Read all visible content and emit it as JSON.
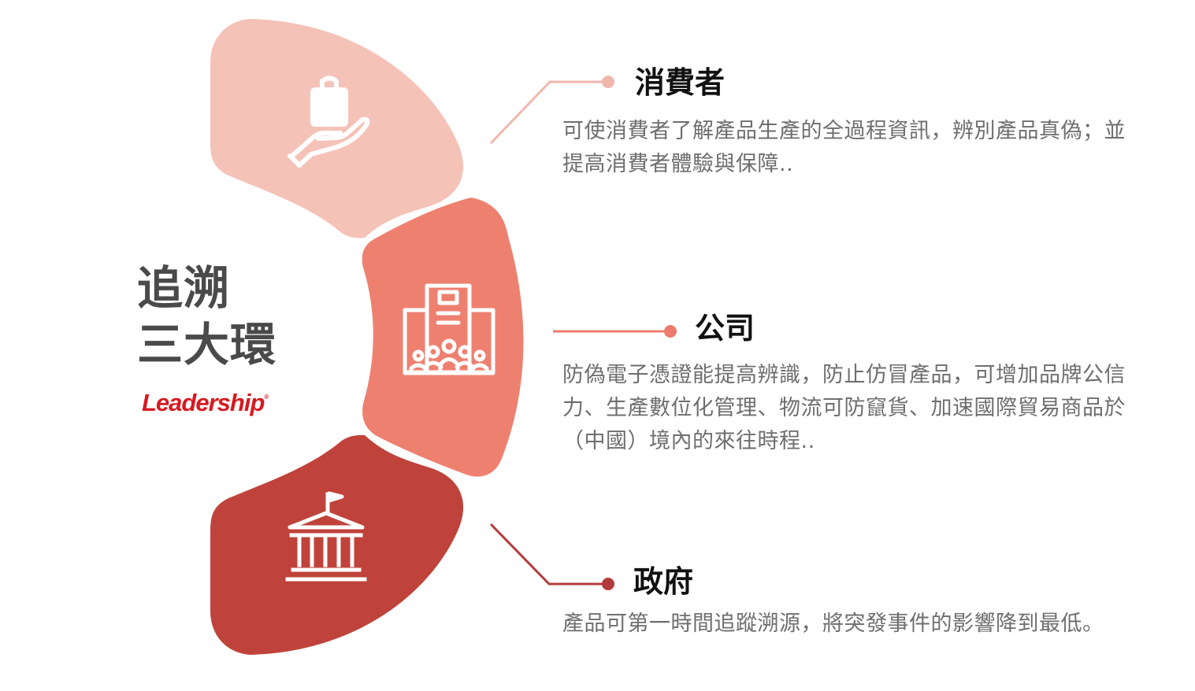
{
  "center": {
    "title_line1": "追溯",
    "title_line2": "三大環",
    "brand": "Leadership",
    "brand_mark": "®"
  },
  "colors": {
    "consumer": "#f5c2b8",
    "company": "#ee8070",
    "government": "#bf433b",
    "consumer_line": "#f0b7ad",
    "company_line": "#ec7b6d",
    "government_line": "#b33c3a",
    "title_text": "#4a4a4a",
    "body_text": "#6e6e6e",
    "brand": "#d71920"
  },
  "segments": [
    {
      "key": "consumer",
      "title": "消費者",
      "icon": "hand-holding-shopping-bag-icon",
      "text": "可使消費者了解產品生產的全過程資訊，辨別產品真偽；並提高消費者體驗與保障.."
    },
    {
      "key": "company",
      "title": "公司",
      "icon": "company-building-with-people-icon",
      "text": "防偽電子憑證能提高辨識，防止仿冒產品，可增加品牌公信力、生產數位化管理、物流可防竄貨、加速國際貿易商品於（中國）境內的來往時程.."
    },
    {
      "key": "government",
      "title": "政府",
      "icon": "government-building-with-flag-icon",
      "text": "產品可第一時間追蹤溯源，將突發事件的影響降到最低。"
    }
  ]
}
